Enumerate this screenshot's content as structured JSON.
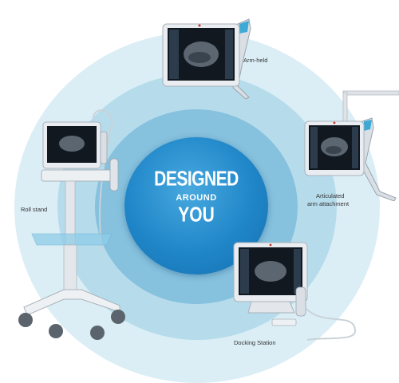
{
  "center_text": {
    "line1": "DESIGNED",
    "line2": "AROUND",
    "line3": "YOU"
  },
  "labels": {
    "arm_held": "Arm-held",
    "articulated_line1": "Articulated",
    "articulated_line2": "arm attachment",
    "roll_stand": "Roll stand",
    "docking_station": "Docking Station"
  },
  "colors": {
    "ring_outer": "#dbeef6",
    "ring_mid": "#b6dcec",
    "ring_inner": "#86c1de",
    "core": "#1f86c8"
  }
}
